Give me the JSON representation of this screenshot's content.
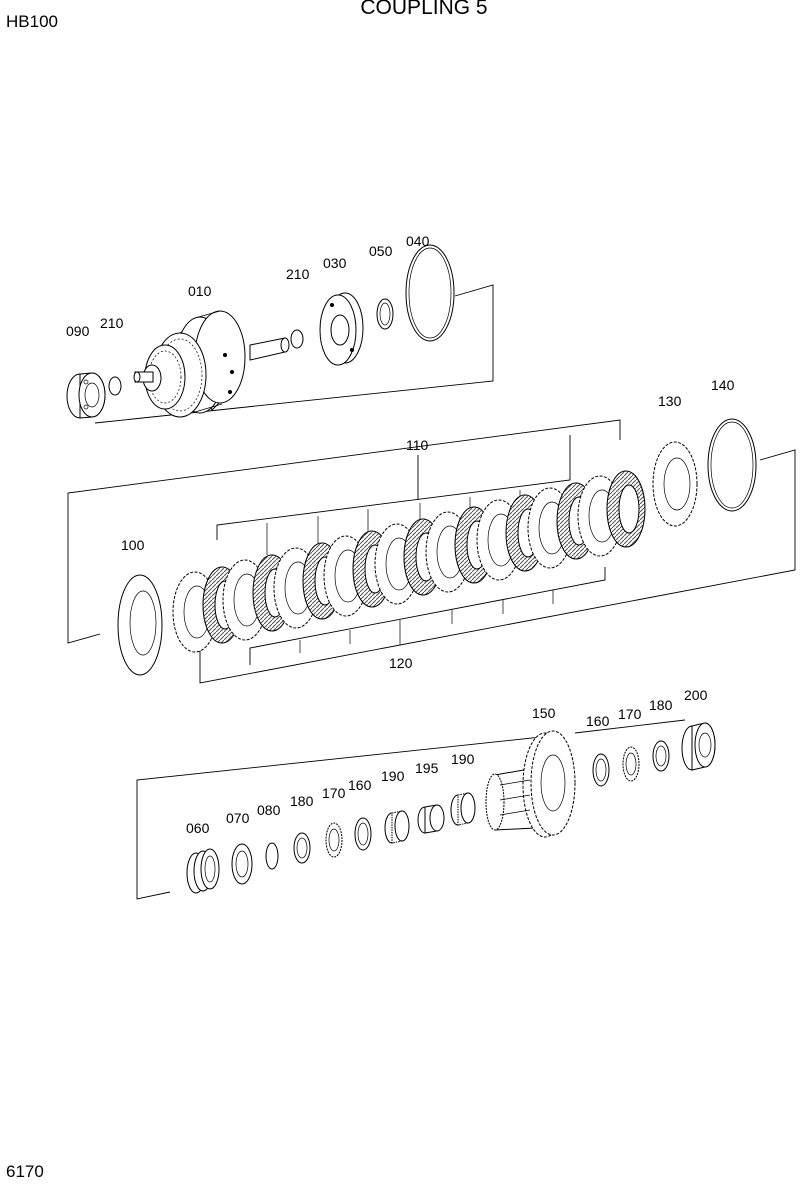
{
  "header": {
    "model": "HB100",
    "title": "COUPLING 5",
    "page_number": "6170"
  },
  "callouts": {
    "p010": "010",
    "p030": "030",
    "p040": "040",
    "p050": "050",
    "p060": "060",
    "p070": "070",
    "p080": "080",
    "p090": "090",
    "p100": "100",
    "p110": "110",
    "p120": "120",
    "p130": "130",
    "p140": "140",
    "p150": "150",
    "p160a": "160",
    "p160b": "160",
    "p170a": "170",
    "p170b": "170",
    "p180a": "180",
    "p180b": "180",
    "p190a": "190",
    "p190b": "190",
    "p195": "195",
    "p200": "200",
    "p210a": "210",
    "p210b": "210"
  }
}
